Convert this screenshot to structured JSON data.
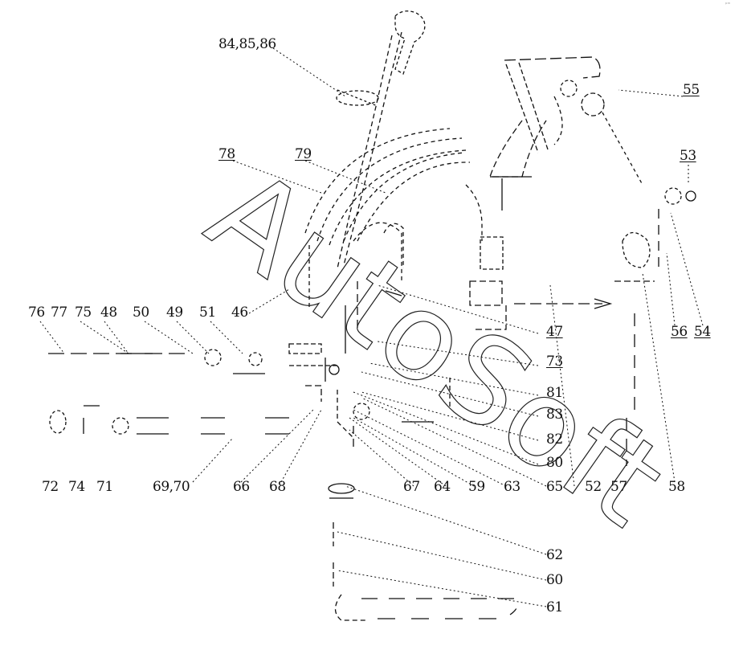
{
  "watermark": "AutoSoft",
  "corner_mark": "ᵖᵐ",
  "labels": {
    "l_84_85_86": "84,85,86",
    "l_78": "78",
    "l_79": "79",
    "l_55": "55",
    "l_53": "53",
    "l_76": "76",
    "l_77": "77",
    "l_75": "75",
    "l_48": "48",
    "l_50": "50",
    "l_49": "49",
    "l_51": "51",
    "l_46": "46",
    "l_47": "47",
    "l_56": "56",
    "l_54": "54",
    "l_73": "73",
    "l_81": "81",
    "l_83": "83",
    "l_82": "82",
    "l_80": "80",
    "l_72": "72",
    "l_74": "74",
    "l_71": "71",
    "l_69_70": "69,70",
    "l_66": "66",
    "l_68": "68",
    "l_67": "67",
    "l_64": "64",
    "l_59": "59",
    "l_63": "63",
    "l_65": "65",
    "l_52": "52",
    "l_57": "57",
    "l_58": "58",
    "l_62": "62",
    "l_60": "60",
    "l_61": "61"
  }
}
